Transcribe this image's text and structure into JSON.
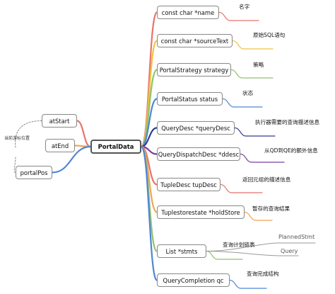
{
  "colors": {
    "red": "#E8746A",
    "orange": "#F0A355",
    "yellow": "#F2C23C",
    "green": "#8CC36C",
    "blue": "#4E86D6",
    "navy": "#2E3F8F",
    "purple": "#7A3F9C",
    "grey": "#9a9a9a"
  },
  "center": {
    "label": "PortalData"
  },
  "left_nodes": [
    {
      "label": "atStart"
    },
    {
      "label": "atEnd"
    },
    {
      "label": "portalPos"
    }
  ],
  "left_note": "当前游标位置",
  "right_nodes": [
    {
      "label": "const char *name",
      "note": "名字"
    },
    {
      "label": "const char *sourceText",
      "note": "原始SQL语句"
    },
    {
      "label": "PortalStrategy strategy",
      "note": "策略"
    },
    {
      "label": "PortalStatus status",
      "note": "状态"
    },
    {
      "label": "QueryDesc  *queryDesc",
      "note": "执行器需要的查询描述信息"
    },
    {
      "label": "QueryDispatchDesc *ddesc",
      "note": "从QD到QE的额外信息"
    },
    {
      "label": "TupleDesc tupDesc",
      "note": "返回元组的描述信息"
    },
    {
      "label": "Tuplestorestate *holdStore",
      "note": "暂存的查询结果"
    },
    {
      "label": "List    *stmts",
      "note": "查询计划链表"
    },
    {
      "label": "QueryCompletion qc",
      "note": "查询完成结构"
    }
  ],
  "list_children": [
    "PlannedStmt",
    "Query"
  ]
}
